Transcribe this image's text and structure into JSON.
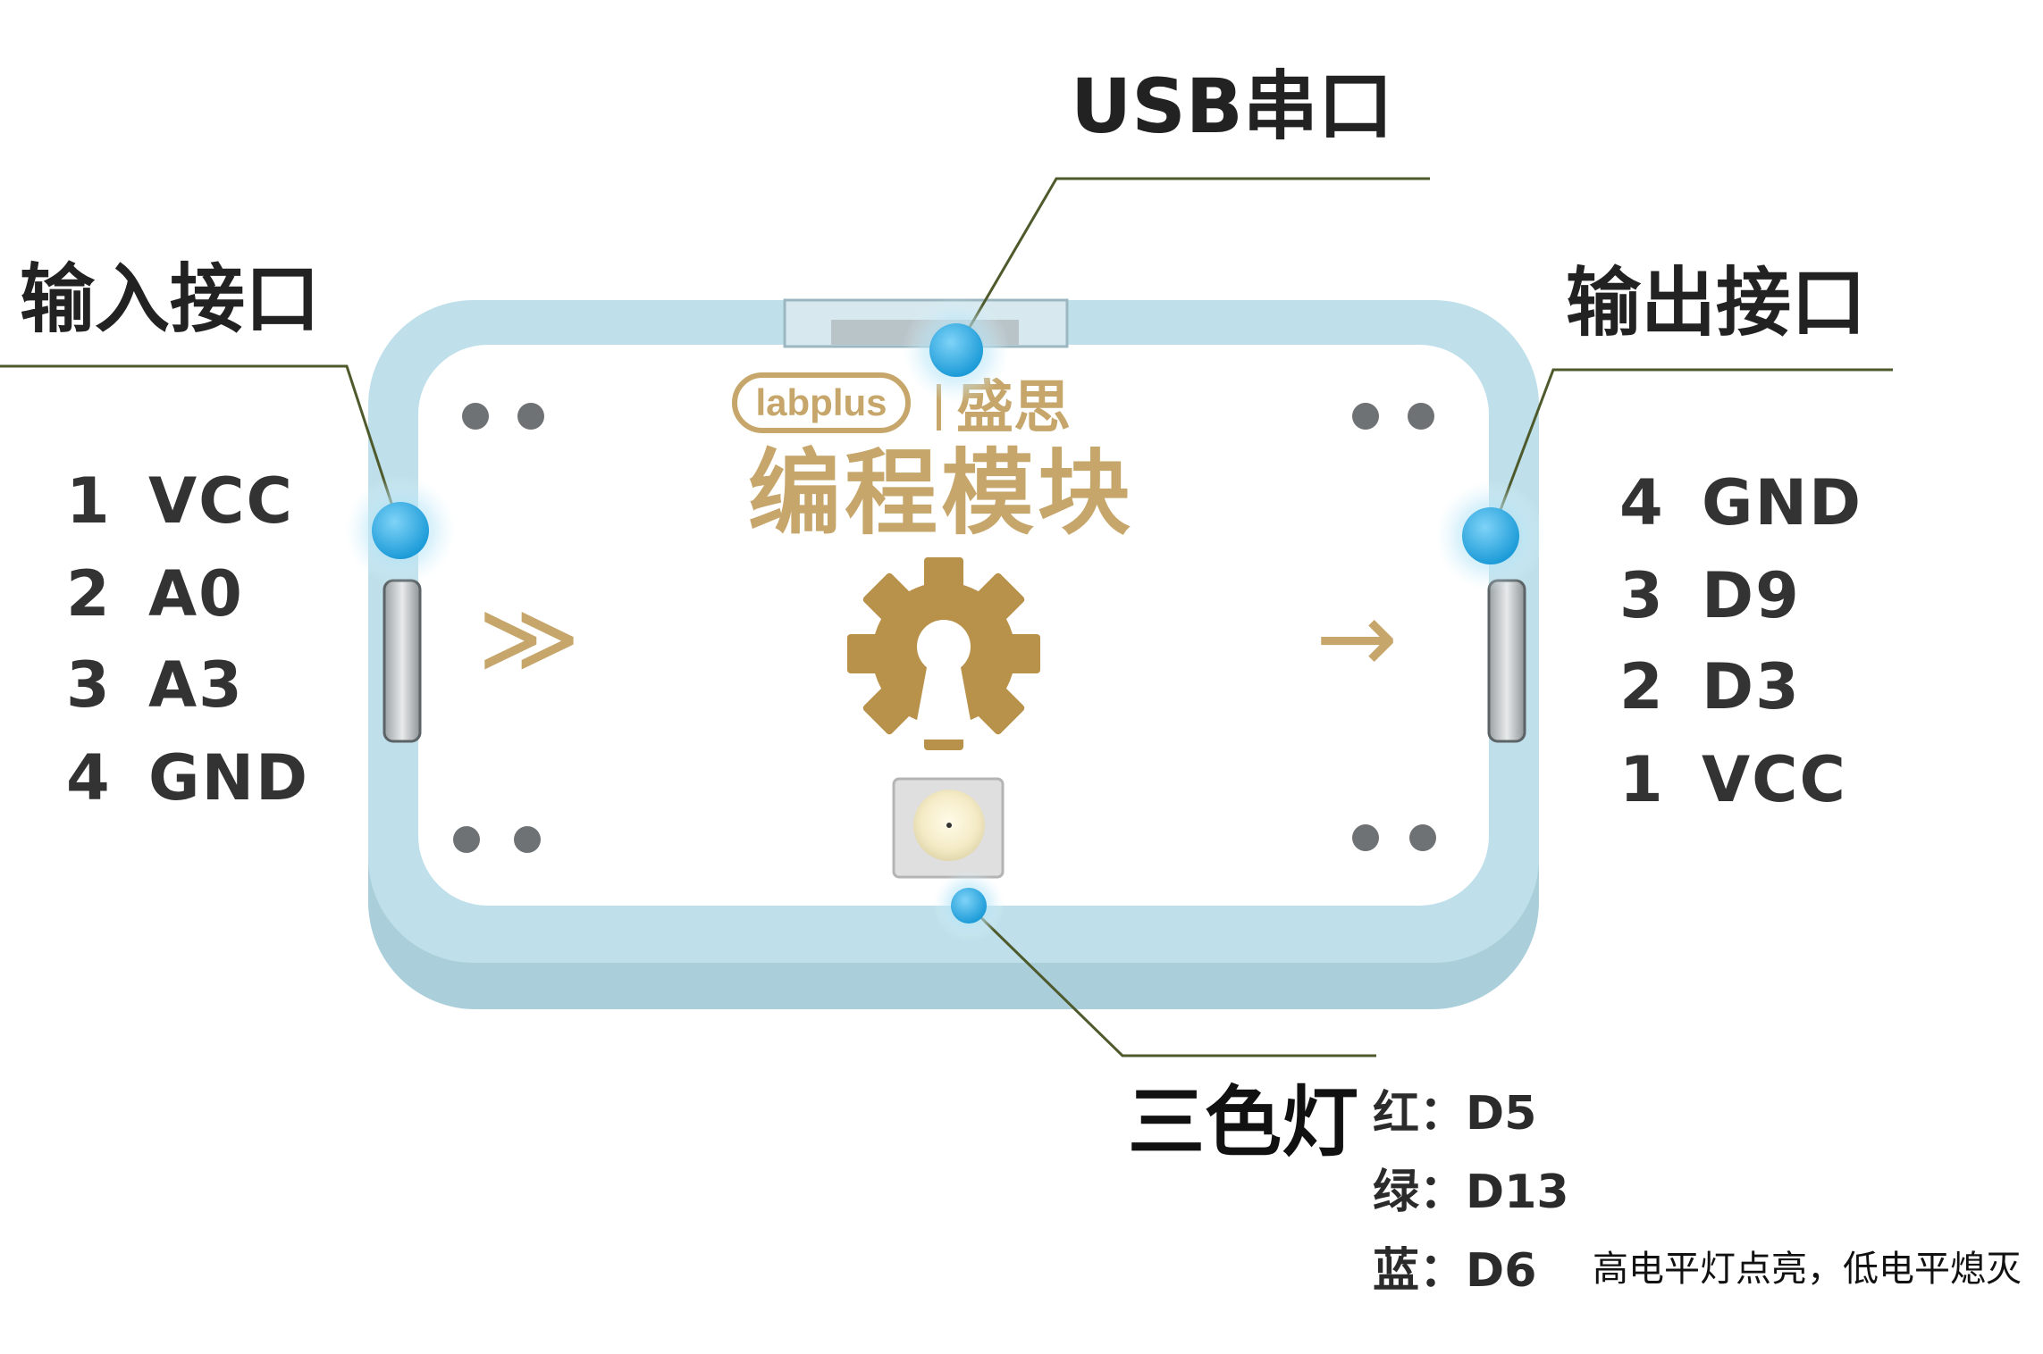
{
  "callouts": {
    "usb": "USB串口",
    "input": "输入接口",
    "output": "输出接口",
    "led": "三色灯"
  },
  "input_pins": [
    {
      "num": "1",
      "name": "VCC"
    },
    {
      "num": "2",
      "name": "A0"
    },
    {
      "num": "3",
      "name": "A3"
    },
    {
      "num": "4",
      "name": "GND"
    }
  ],
  "output_pins": [
    {
      "num": "4",
      "name": "GND"
    },
    {
      "num": "3",
      "name": "D9"
    },
    {
      "num": "2",
      "name": "D3"
    },
    {
      "num": "1",
      "name": "VCC"
    }
  ],
  "led_pins": [
    {
      "color": "红",
      "sep": "：",
      "pin": "D5"
    },
    {
      "color": "绿",
      "sep": "：",
      "pin": "D13"
    },
    {
      "color": "蓝",
      "sep": "：",
      "pin": "D6"
    }
  ],
  "led_note": "高电平灯点亮，低电平熄灭",
  "board": {
    "brand_logo": "labplus",
    "brand_cn": "盛思",
    "module_name": "编程模块",
    "input_arrow": "≫",
    "output_arrow": "→",
    "center_icon": "gear-keyhole-icon"
  },
  "colors": {
    "frame": "#b9dbe6",
    "frame_dark": "#a8cfdc",
    "accent_gold": "#bf9d5e",
    "marker_blue": "#2fa8e0",
    "leader_line": "#4e5a2b"
  }
}
